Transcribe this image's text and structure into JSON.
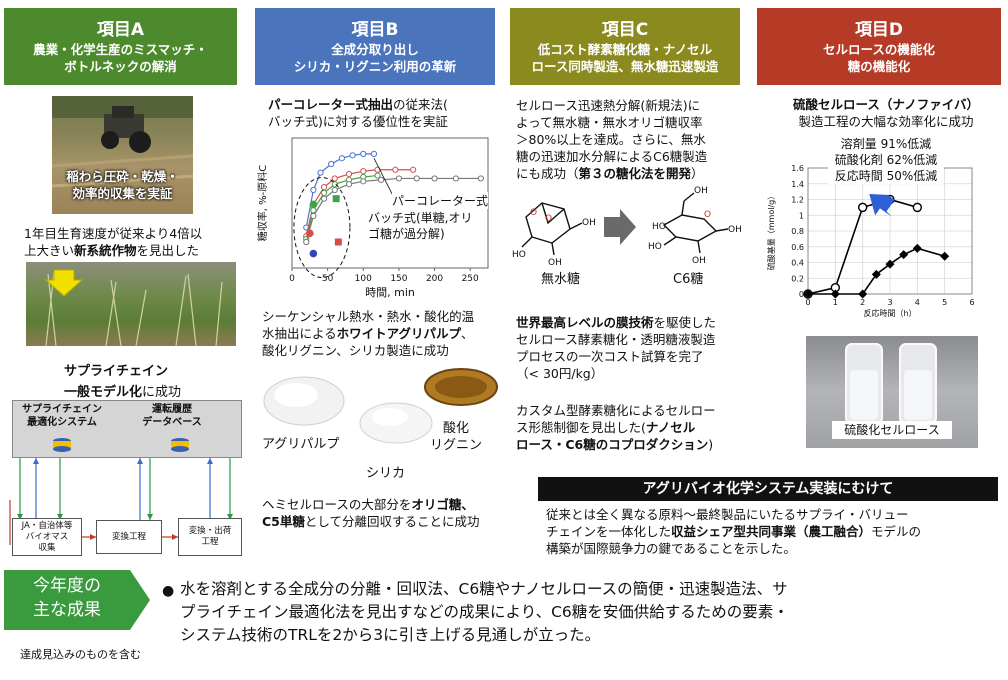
{
  "colA": {
    "header_title": "項目A",
    "header_sub1": "農業・化学生産のミスマッチ・",
    "header_sub2": "ボトルネックの解消",
    "photo_caption1": "稲わら圧砕・乾燥・",
    "photo_caption2": "効率的収集を実証",
    "text1_line1": "1年目生育速度が従来より4倍以",
    "text1_line2a": "上大きい",
    "text1_line2b": "新系統作物",
    "text1_line2c": "を見出した",
    "supply_title": "サプライチェイン",
    "supply_sub_bold": "一般モデル化",
    "supply_sub_rest": "に成功",
    "box_system_line1": "サプライチェイン",
    "box_system_line2": "最適化システム",
    "box_db_line1": "運転履歴",
    "box_db_line2": "データベース",
    "flow1_line1": "JA・自治体等",
    "flow1_line2": "バイオマス",
    "flow1_line3": "収集",
    "flow2": "変換工程",
    "flow3_line1": "変換・出荷",
    "flow3_line2": "工程"
  },
  "colB": {
    "header_title": "項目B",
    "header_sub1": "全成分取り出し",
    "header_sub2": "シリカ・リグニン利用の革新",
    "text1_line1a": "パーコレーター式抽出",
    "text1_line1b": "の従来法(",
    "text1_line2": "バッチ式)に対する優位性を実証",
    "annot_percolator": "パーコレーター式",
    "annot_batch1": "バッチ式(単糖,オリ",
    "annot_batch2": "ゴ糖が過分解)",
    "text2_line1": "シーケンシャル熱水・熱水・酸化的温",
    "text2_line2a": "水抽出による",
    "text2_line2b": "ホワイトアグリパルプ",
    "text2_line2c": "、",
    "text2_line3": "酸化リグニン、シリカ製造に成功",
    "label_pulp": "アグリパルプ",
    "label_silica": "シリカ",
    "label_lignin1": "酸化",
    "label_lignin2": "リグニン",
    "text3_line1a": "ヘミセルロースの大部分を",
    "text3_line1b": "オリゴ糖、",
    "text3_line2a": "C5単糖",
    "text3_line2b": "として分離回収することに成功"
  },
  "colC": {
    "header_title": "項目C",
    "header_sub1": "低コスト酵素糖化糖・ナノセル",
    "header_sub2": "ロース同時製造、無水糖迅速製造",
    "text1_line1": "セルロース迅速熱分解(新規法)に",
    "text1_line2": "よって無水糖・無水オリゴ糖収率",
    "text1_line3": "＞80%以上を達成。さらに、無水",
    "text1_line4": "糖の迅速加水分解によるC6糖製造",
    "text1_line5a": "にも成功（",
    "text1_line5b": "第３の糖化法を開発",
    "text1_line5c": "）",
    "label_anhydro": "無水糖",
    "label_c6": "C6糖",
    "text2_line1a": "世界最高レベルの膜技術",
    "text2_line1b": "を駆使した",
    "text2_line2": "セルロース酵素糖化・透明糖液製造",
    "text2_line3": "プロセスの一次コスト試算を完了",
    "text2_line4": "（< 30円/kg）",
    "text3_line1": "カスタム型酵素糖化によるセルロー",
    "text3_line2a": "ス形態制御を見出した(",
    "text3_line2b": "ナノセル",
    "text3_line3a": "ロース・C6糖のコプロダクション",
    "text3_line3b": ")"
  },
  "colD": {
    "header_title": "項目D",
    "header_sub1": "セルロースの機能化",
    "header_sub2": "糖の機能化",
    "text1_line1": "硫酸セルロース（ナノファイバ）",
    "text1_line2": "製造工程の大幅な効率化に成功",
    "stat1": "溶剤量 91%低減",
    "stat2": "硫酸化剤 62%低減",
    "stat3": "反応時間 50%低減",
    "photo_label": "硫酸化セルロース"
  },
  "realization": {
    "title": "アグリバイオ化学システム実装にむけて",
    "line1": "従来とは全く異なる原料～最終製品にいたるサプライ・バリュー",
    "line2a": "チェインを一体化した",
    "line2b": "収益シェア型共同事業（農工融合）",
    "line2c": "モデルの",
    "line3": "構築が国際競争力の鍵であることを示した。"
  },
  "summary": {
    "badge_line1": "今年度の",
    "badge_line2": "主な成果",
    "bullet": "●",
    "line1": "水を溶剤とする全成分の分離・回収法、C6糖やナノセルロースの簡便・迅速製造法、サ",
    "line2": "プライチェイン最適化法を見出すなどの成果により、C6糖を安価供給するための要素・",
    "line3": "システム技術のTRLを2から3に引き上げる見通しが立った。",
    "footnote": "達成見込みのものを含む"
  },
  "colors": {
    "green": "#4d8a2e",
    "blue": "#4a74bc",
    "olive": "#8b8a1e",
    "red": "#b63b26",
    "summary_green": "#3a9a3e"
  },
  "chart_data": [
    {
      "type": "scatter",
      "title": "",
      "xlabel": "時間, min",
      "ylabel": "糖収率, %-原料C",
      "xlim": [
        0,
        275
      ],
      "ylim": [
        0,
        45
      ],
      "xticks": [
        0,
        50,
        100,
        150,
        200,
        250
      ],
      "series": [
        {
          "color": "#4a74d0",
          "x": [
            20,
            30,
            40,
            55,
            70,
            85,
            100,
            115
          ],
          "y": [
            14,
            27,
            33,
            36,
            38,
            39,
            39.5,
            39.5
          ]
        },
        {
          "color": "#d94c4c",
          "x": [
            20,
            30,
            45,
            60,
            80,
            100,
            120,
            145,
            170
          ],
          "y": [
            11,
            22,
            28,
            31,
            32.5,
            33.5,
            34,
            34,
            34
          ]
        },
        {
          "color": "#3fa34a",
          "x": [
            20,
            30,
            45,
            60,
            80,
            100,
            120
          ],
          "y": [
            10,
            20,
            26,
            29,
            30.5,
            31.5,
            32
          ]
        },
        {
          "color": "#777777",
          "x": [
            20,
            30,
            45,
            60,
            80,
            100,
            125,
            150,
            175,
            200,
            230,
            265
          ],
          "y": [
            9,
            18,
            24,
            27,
            29,
            30,
            30.5,
            31,
            31,
            31,
            31,
            31
          ]
        },
        {
          "color": "#d94c4c",
          "marker": "circle-filled",
          "x": [
            25
          ],
          "y": [
            12
          ]
        },
        {
          "color": "#3fa34a",
          "marker": "circle-filled",
          "x": [
            30
          ],
          "y": [
            22
          ]
        },
        {
          "color": "#3544b0",
          "marker": "circle-filled",
          "x": [
            30
          ],
          "y": [
            5
          ]
        },
        {
          "color": "#3fa34a",
          "marker": "square-filled",
          "x": [
            62
          ],
          "y": [
            24
          ]
        },
        {
          "color": "#d94c4c",
          "marker": "square-filled",
          "x": [
            65
          ],
          "y": [
            9
          ]
        }
      ]
    },
    {
      "type": "line",
      "title": "",
      "xlabel": "反応時間（h）",
      "ylabel": "硫酸基量（mmol/g）",
      "xlim": [
        0,
        6
      ],
      "ylim": [
        0,
        1.6
      ],
      "xticks": [
        0,
        1,
        2,
        3,
        4,
        5,
        6
      ],
      "yticks": [
        0,
        0.2,
        0.4,
        0.6,
        0.8,
        1,
        1.2,
        1.4,
        1.6
      ],
      "series": [
        {
          "marker": "open-circle",
          "color": "#000000",
          "x": [
            0,
            1,
            2,
            3,
            4
          ],
          "y": [
            0,
            0.08,
            1.1,
            1.2,
            1.1
          ]
        },
        {
          "marker": "filled-diamond",
          "color": "#000000",
          "x": [
            0,
            1,
            2,
            2.5,
            3,
            3.5,
            4,
            5
          ],
          "y": [
            0,
            0,
            0,
            0.25,
            0.38,
            0.5,
            0.58,
            0.48
          ]
        }
      ]
    }
  ]
}
